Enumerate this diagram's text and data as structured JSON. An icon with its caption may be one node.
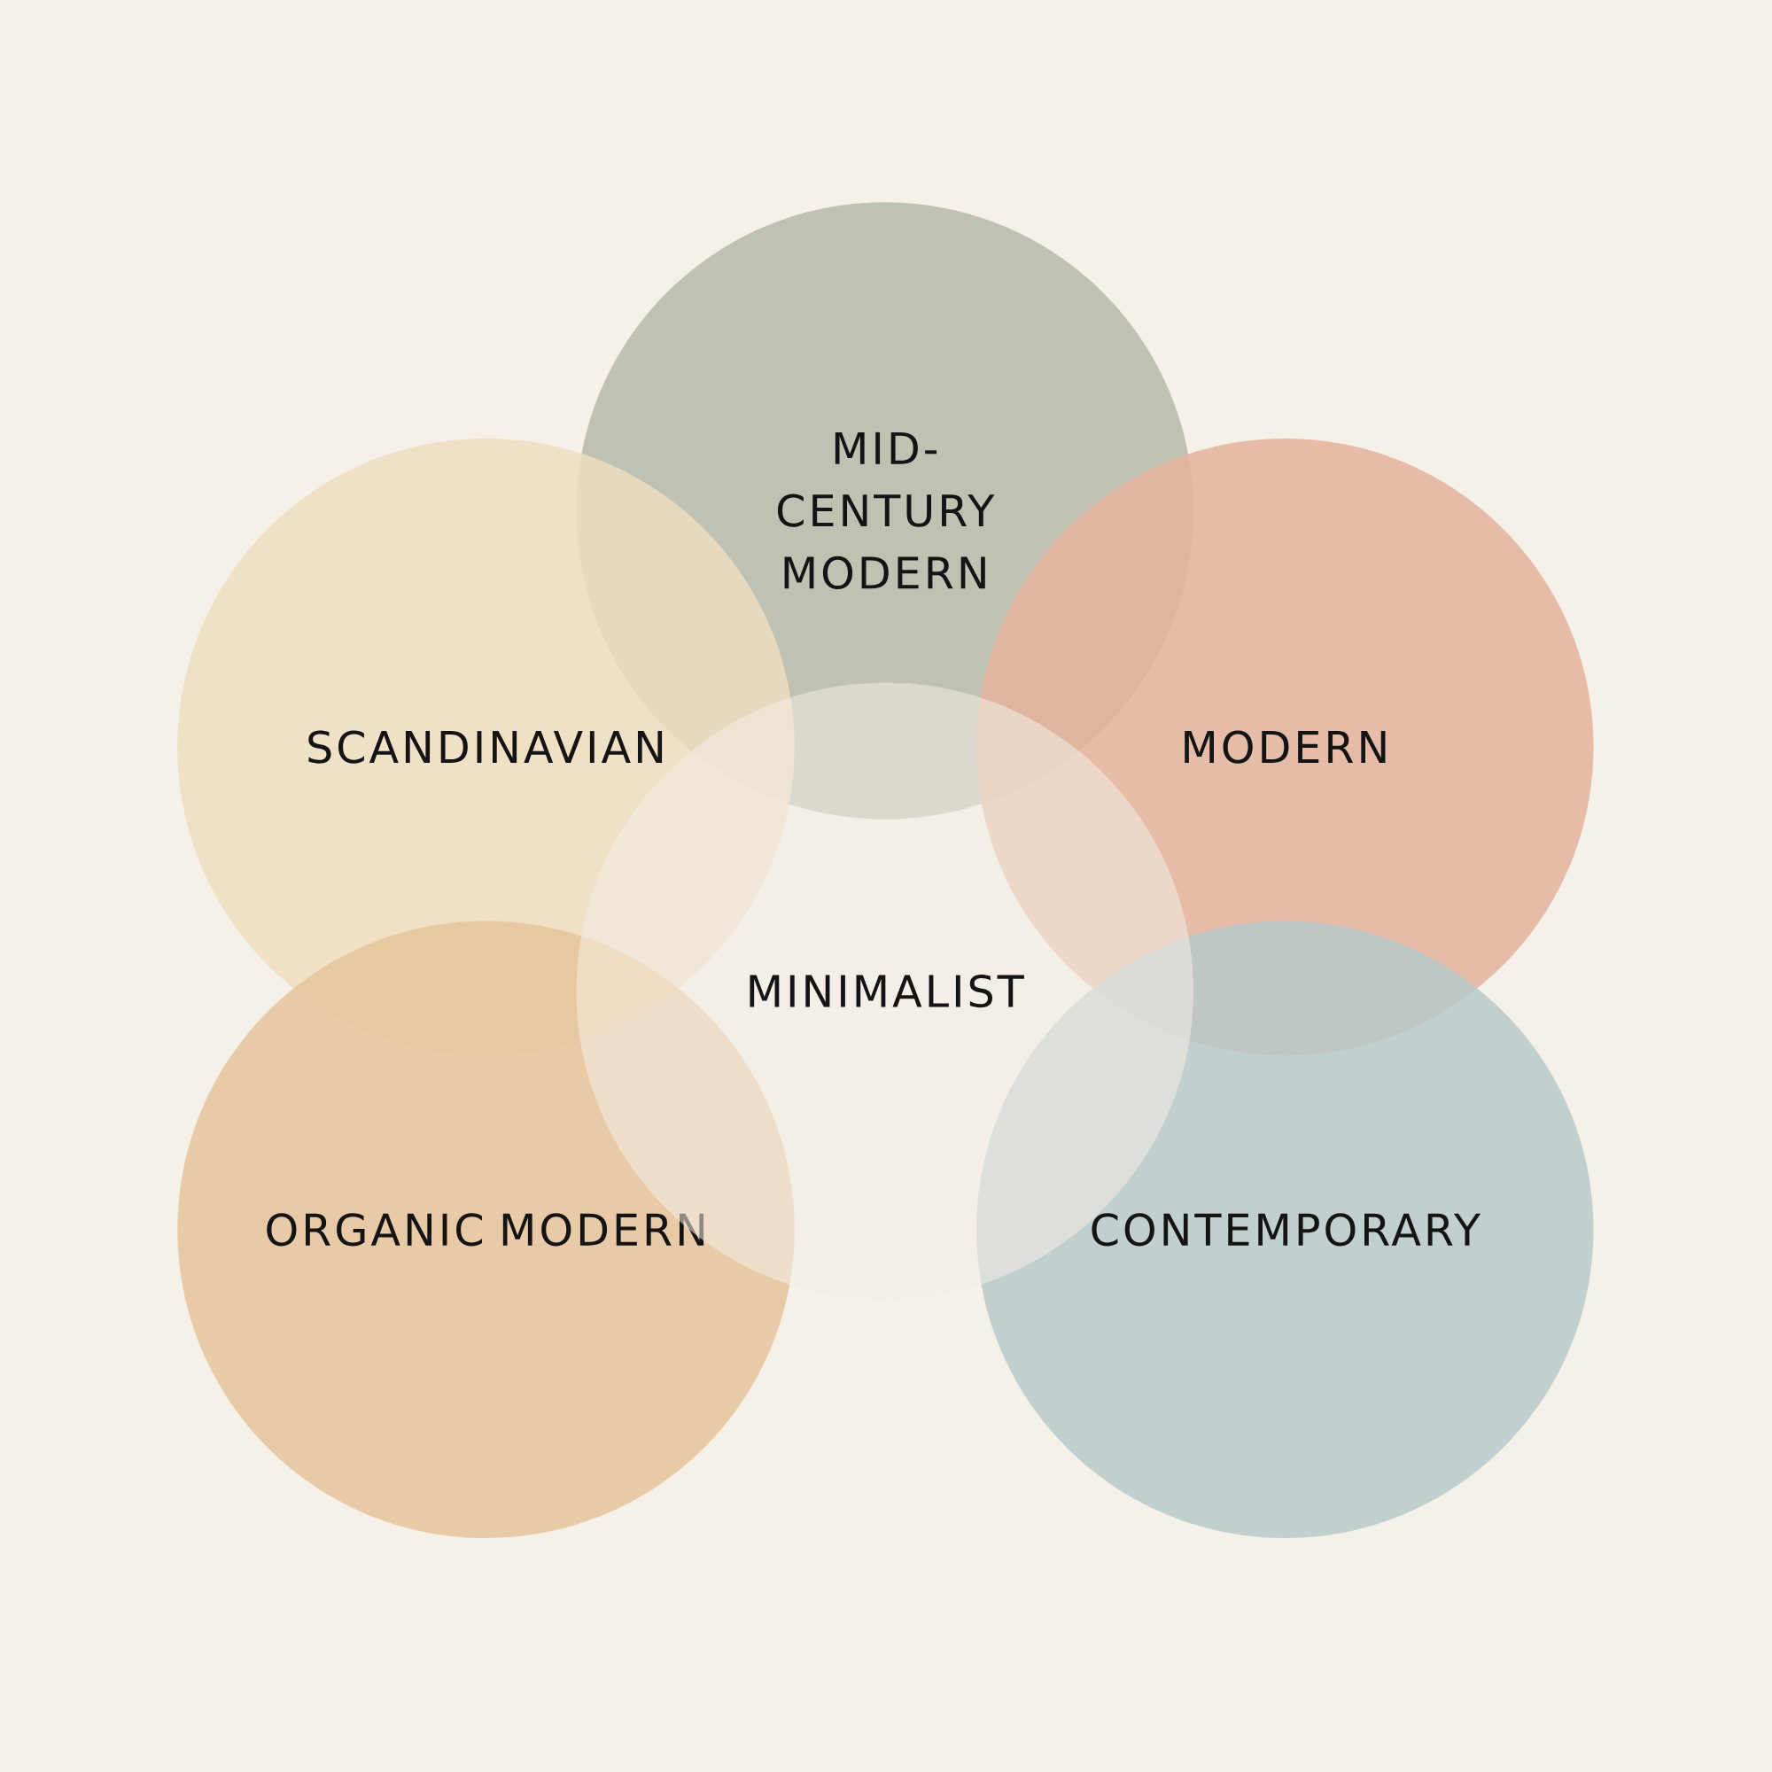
{
  "diagram": {
    "nodes": [
      {
        "text": [
          "MID-CENTURY MODERN"
        ]
      },
      {
        "text": [
          "SCANDINAVIAN"
        ]
      },
      {
        "text": [
          "MODERN"
        ]
      },
      {
        "text": [
          "MINIMALIST"
        ]
      },
      {
        "text": [
          "ORGANIC MODERN"
        ]
      },
      {
        "text": [
          "CONTEMPORARY"
        ]
      }
    ]
  }
}
